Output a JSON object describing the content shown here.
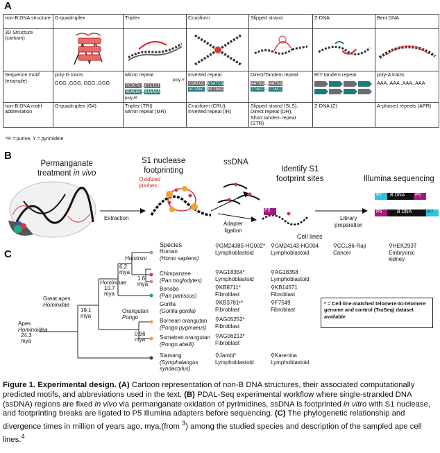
{
  "panels": {
    "a": "A",
    "b": "B",
    "c": "C"
  },
  "table": {
    "header": [
      "non-B DNA structure",
      "G-quadruplex",
      "Triplex",
      "Cruciform",
      "Slipped strand",
      "Z-DNA",
      "Bent DNA"
    ],
    "row_3d_label": "3D Structure (cartoon)",
    "row_seq_label": "Sequence motif (example)",
    "seq": {
      "gquad": "poly-G tracts",
      "gquad_example": "GGG..GGG..GGG..GGG",
      "triplex": "Mirror repeat",
      "triplex_top": "TCTCTC",
      "triplex_top2": "CTCTCT",
      "triplex_bot": "AGAGAG",
      "triplex_bot2": "GAGAGA",
      "triplex_py": "poly-Y",
      "triplex_pr": "poly-R",
      "cruciform": "Inverted repeat",
      "cru_top": "CGATCG",
      "cru_top2": "CGATCG",
      "cru_bot": "GCTAGC",
      "cru_bot2": "GCTAGC",
      "slipped": "Direct/Tandem repeat",
      "slp_top": "AATGG",
      "slp_top2": "AATGG",
      "slp_bot": "TTACC",
      "slp_bot2": "TTACC",
      "zdna": "R/Y tandem repeat",
      "bent": "poly-A tracts",
      "bent_example": "AAA..AAA..AAA..AAA"
    },
    "row_abbr_label": "non-B DNA motif abbreviation",
    "abbr": {
      "gquad": "G-quadruplex (G4)",
      "triplex1": "Triplex (TRI)",
      "triplex2": "Mirror repeat (MR)",
      "cru1": "Cruciform (CRU),",
      "cru2": "Inverted repeat (IR)",
      "slp1": "Slipped strand (SLS),",
      "slp2": "Direct repeat (DR),",
      "slp3": "Short tandem repeat",
      "slp4": "(STR)",
      "zdna": "Z-DNA (Z)",
      "bent": "A-phased repeats (APR)"
    },
    "note": "*R = purine, Y = pyrimidine"
  },
  "workflow": {
    "treat1": "Permanganate",
    "treat2": "treatment",
    "treat3": "in vivo",
    "s1_1": "S1 nuclease",
    "s1_2": "footprinting",
    "oxidized1": "Oxidized",
    "oxidized2": "purines",
    "extraction": "Extraction",
    "ssdna": "ssDNA",
    "adapter1": "Adapter",
    "adapter2": "ligation",
    "identify1": "Identify S1",
    "identify2": "footprint sites",
    "p5": "P5",
    "p7": "P7",
    "library1": "Library",
    "library2": "preparation",
    "illumina": "Illumina sequencing",
    "bdna": "B DNA"
  },
  "tree": {
    "species_header": "Species",
    "cell_header": "Cell lines",
    "hominini": "Hominini",
    "homininae": "Homininae",
    "great_apes": "Great apes",
    "hominidae": "Hominidae",
    "apes": "Apes",
    "hominoidea": "Hominoidea",
    "pongo_group": "Orangutan",
    "pongo": "Pongo",
    "divergence": [
      "6.2",
      "1.6",
      "10.7",
      "19.1",
      "24.3",
      "0.96"
    ],
    "mya": "mya",
    "species": [
      {
        "name": "Human",
        "latin": "(Homo sapiens)"
      },
      {
        "name": "Chimpanzee",
        "latin": "(Pan troglodytes)"
      },
      {
        "name": "Bonobo",
        "latin": "(Pan paniscus)"
      },
      {
        "name": "Gorilla",
        "latin": "(Gorilla gorilla)"
      },
      {
        "name": "Bornean orangutan",
        "latin": "(Pongo pygmaeus)"
      },
      {
        "name": "Sumatran orangutan",
        "latin": "(Pongo abelii)"
      },
      {
        "name": "Siamang",
        "latin": "(Symphalangus",
        "latin2": "syndactylus)"
      }
    ],
    "cells": {
      "human1": "GM24385-HG002*",
      "human1t": "Lymphoblastoid",
      "human2": "GM24143-HG004",
      "human2t": "Lymphoblastoid",
      "human3": "CCL86-Raji",
      "human3t": "Cancer",
      "human4": "HEK293T",
      "human4t": "Embryonic",
      "human4t2": "kidney",
      "chimp1": "AG18354*",
      "chimp1t": "Lymphoblastoid",
      "chimp2": "AG18358",
      "chimp2t": "Lymphoblastoid",
      "bonobo1": "KB8711*",
      "bonobo1t": "Fibroblast",
      "bonobo2": "KB14571",
      "bonobo2t": "Fibroblast",
      "gorilla1": "KB3781¹*",
      "gorilla1t": "Fibroblast",
      "gorilla2": "F7549",
      "gorilla2t": "Fibroblast",
      "bornean1": "AG05252*",
      "bornean1t": "Fibroblast",
      "sumatran1": "AG06213*",
      "sumatran1t": "Fibroblast",
      "siamang1": "Jambi*",
      "siamang1t": "Lymphoblastoid",
      "siamang2": "Karenina",
      "siamang2t": "Lymphoblastoid"
    },
    "box_note": "* = Cell-line-matched telomere-to-telomere genome and control (TruSeq) dataset available"
  },
  "caption": {
    "title": "Figure 1. Experimental design.",
    "a": "(A)",
    "a_text": " Cartoon representation of non-B DNA structures, their associated computationally predicted motifs, and abbreviations used in the text. ",
    "b": "(B)",
    "b_text1": " PDAL-Seq experimental workflow where single-stranded DNA (ssDNA) regions are fixed ",
    "b_invivo": "in vivo",
    "b_text2": " via permanganate oxidation of pyrimidines, ssDNA is footprinted ",
    "b_invitro": "in vitro",
    "b_text3": " with S1 nuclease, and footprinting breaks are ligated to P5 Illumina adapters before sequencing. ",
    "c": "(C)",
    "c_text": " The phylogenetic relationship and divergence times in million of years ago, mya,(from ",
    "ref1": "3",
    "c_text2": ") among the studied species and description of the sampled ape cell lines.",
    "ref2": "4"
  },
  "colors": {
    "teal": "#1f7a80",
    "grey_box": "#6d6d6d",
    "magenta": "#a3197e",
    "cyan": "#29c4e0",
    "orange": "#f0a330",
    "red": "#d7261e",
    "human": "#9e9e9e",
    "chimp": "#d0364f",
    "bonobo": "#d17fc4",
    "gorilla": "#2e8c8a",
    "orang": "#e9a43a",
    "siamang": "#2b3f5c"
  }
}
